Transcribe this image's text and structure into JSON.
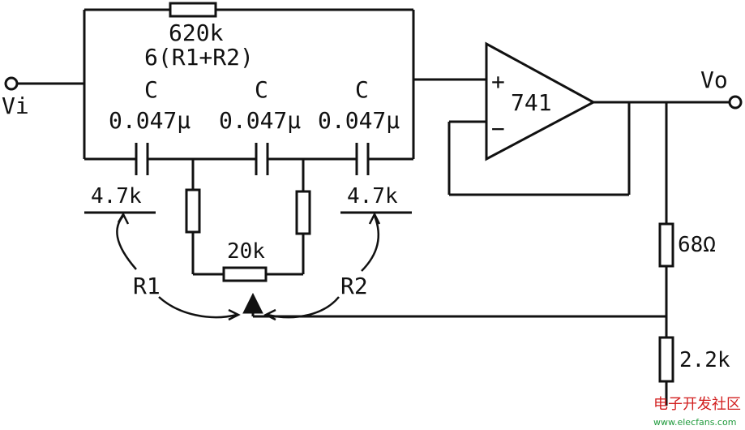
{
  "circuit": {
    "input_label": "Vi",
    "output_label": "Vo",
    "feedback_resistor": {
      "value": "620k",
      "formula": "6(R1+R2)"
    },
    "capacitors": [
      {
        "name": "C",
        "value": "0.047μ"
      },
      {
        "name": "C",
        "value": "0.047μ"
      },
      {
        "name": "C",
        "value": "0.047μ"
      }
    ],
    "resistor_r1_value": "4.7k",
    "resistor_r2_value": "4.7k",
    "r1_label": "R1",
    "r2_label": "R2",
    "potentiometer_value": "20k",
    "opamp_label": "741",
    "opamp_plus": "+",
    "opamp_minus": "−",
    "divider_top_value": "68Ω",
    "divider_bottom_value": "2.2k"
  },
  "watermark": {
    "line1": "电子开发社区",
    "line2": "www.elecfans.com"
  },
  "colors": {
    "wire": "#111111",
    "watermark_red": "#d21f1f",
    "watermark_green": "#1f9a3c"
  }
}
